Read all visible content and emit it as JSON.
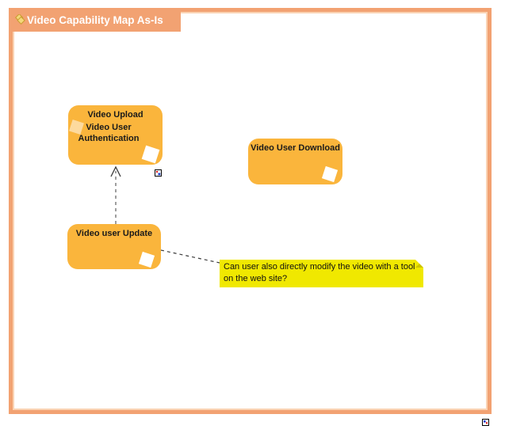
{
  "diagram": {
    "title": "Video Capability Map As-Is"
  },
  "colors": {
    "frame": "#F2A272",
    "capability_fill": "#FAB53C",
    "note_fill": "#F0E800",
    "title_text": "#FFFFFF"
  },
  "capabilities": [
    {
      "label": "Video Upload"
    },
    {
      "label": "Video User Authentication"
    },
    {
      "label": "Video User Download"
    },
    {
      "label": "Video user Update"
    }
  ],
  "note": {
    "lines": [
      "Can user also directly modify the video with a tool",
      "on the web site?"
    ]
  },
  "connections": [
    {
      "from": "Video user Update",
      "to": "Video Upload",
      "style": "dashed-open-arrow"
    },
    {
      "from": "Video user Update",
      "to": "note",
      "style": "dashed"
    }
  ],
  "icons": {
    "title_icon": "capability-map-diamonds",
    "capability_icon": "white-diamond",
    "reference_icon": "model-reference"
  }
}
